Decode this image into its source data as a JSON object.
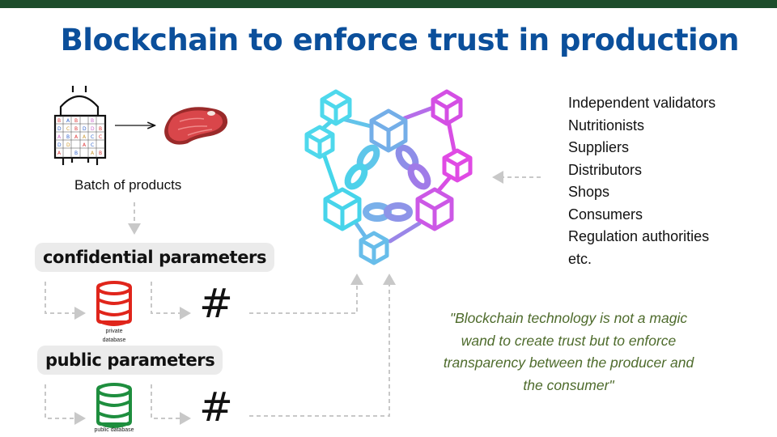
{
  "title": "Blockchain to enforce trust in production",
  "batch_label": "Batch of products",
  "confidential_label": "confidential parameters",
  "public_label": "public parameters",
  "private_db_label_line1": "private",
  "private_db_label_line2": "database",
  "public_db_label": "public database",
  "hash_symbol": "#",
  "participants": [
    "Independent validators",
    "Nutritionists",
    "Suppliers",
    "Distributors",
    "Shops",
    "Consumers",
    "Regulation authorities",
    "etc."
  ],
  "quote": "\"Blockchain  technology is not a magic wand to create trust but to enforce transparency between the producer and the consumer\"",
  "colors": {
    "title": "#0b4f9b",
    "topbar": "#1d4d2b",
    "private_db": "#e0251b",
    "public_db": "#1e8e3e",
    "quote": "#4e6b2c",
    "dashed": "#c8c8c8",
    "chain_cyan": "#3fd6e8",
    "chain_blue": "#6f97e6",
    "chain_purple": "#b46ae6",
    "chain_magenta": "#dd46e2"
  },
  "icons": [
    "machine-icon",
    "meat-icon",
    "arrow-right-icon",
    "database-icon",
    "hash-icon",
    "blockchain-network-icon",
    "dashed-arrow-icon"
  ]
}
